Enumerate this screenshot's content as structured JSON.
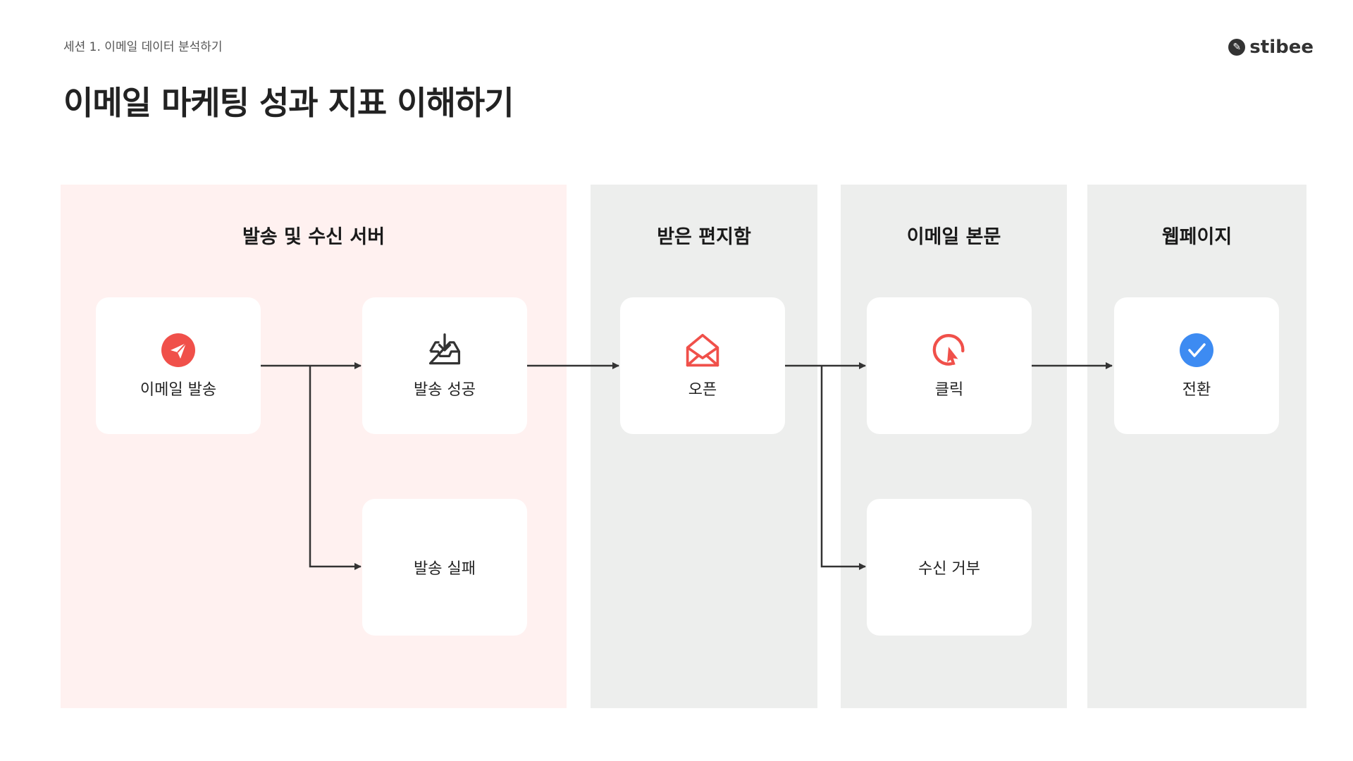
{
  "header": {
    "subtitle": "세션 1. 이메일 데이터 분석하기",
    "title": "이메일 마케팅 성과 지표 이해하기",
    "brand": "stibee"
  },
  "columns": [
    {
      "title": "발송 및 수신 서버",
      "bg": "#fff1f0"
    },
    {
      "title": "받은 편지함",
      "bg": "#edeeed"
    },
    {
      "title": "이메일 본문",
      "bg": "#edeeed"
    },
    {
      "title": "웹페이지",
      "bg": "#edeeed"
    }
  ],
  "cards": {
    "send": {
      "label": "이메일 발송",
      "icon": "paper-plane-icon"
    },
    "send_success": {
      "label": "발송 성공",
      "icon": "inbox-download-icon"
    },
    "send_fail": {
      "label": "발송 실패"
    },
    "open": {
      "label": "오픈",
      "icon": "open-envelope-icon"
    },
    "click": {
      "label": "클릭",
      "icon": "cursor-click-icon"
    },
    "unsubscribe": {
      "label": "수신 거부"
    },
    "conversion": {
      "label": "전환",
      "icon": "check-circle-icon"
    }
  },
  "colors": {
    "accent_red": "#f0504a",
    "accent_blue": "#3d8bf2",
    "arrow": "#333333"
  }
}
